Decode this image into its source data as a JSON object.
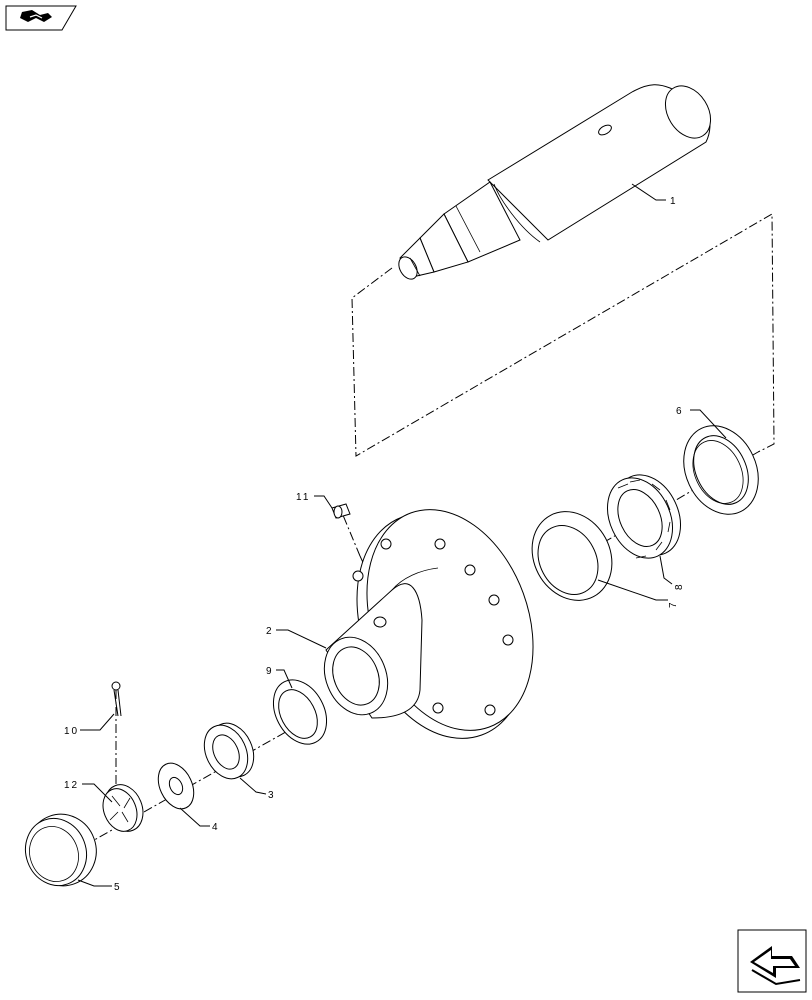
{
  "callouts": [
    {
      "id": "1",
      "text": "1"
    },
    {
      "id": "2",
      "text": "2"
    },
    {
      "id": "3",
      "text": "3"
    },
    {
      "id": "4",
      "text": "4"
    },
    {
      "id": "5",
      "text": "5"
    },
    {
      "id": "6",
      "text": "6"
    },
    {
      "id": "7",
      "text": "7"
    },
    {
      "id": "8",
      "text": "8"
    },
    {
      "id": "9",
      "text": "9"
    },
    {
      "id": "10",
      "text": "10"
    },
    {
      "id": "11",
      "text": "11"
    },
    {
      "id": "12",
      "text": "12"
    }
  ],
  "nav": {
    "top_icon": "book-open-icon",
    "bottom_icon": "return-arrow-icon"
  }
}
